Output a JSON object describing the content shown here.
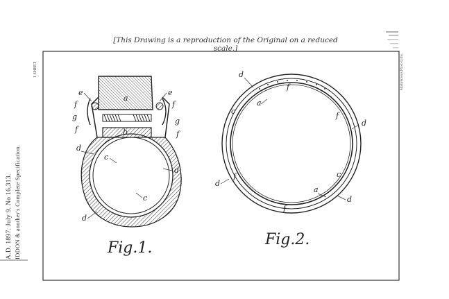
{
  "header": {
    "caption": "[This Drawing is a reproduction of the Original on a reduced scale.]"
  },
  "margin": {
    "line1": "A.D. 1897. July 9. No 16,313.",
    "line2": "IDDON & another's Complete Specification.",
    "sheet": "1 SHEET",
    "right_note": "Malby&Sons,Photo-Litho."
  },
  "figures": {
    "fig1": {
      "label": "Fig.1.",
      "letters": [
        "a",
        "e",
        "e",
        "f",
        "f",
        "g",
        "g",
        "f",
        "f",
        "b",
        "d",
        "c",
        "d",
        "c",
        "d"
      ]
    },
    "fig2": {
      "label": "Fig.2.",
      "letters": [
        "d",
        "f",
        "a",
        "c",
        "f",
        "d",
        "d",
        "f",
        "c",
        "a",
        "d",
        "f"
      ]
    }
  },
  "colors": {
    "ink": "#222222",
    "paper": "#ffffff"
  }
}
